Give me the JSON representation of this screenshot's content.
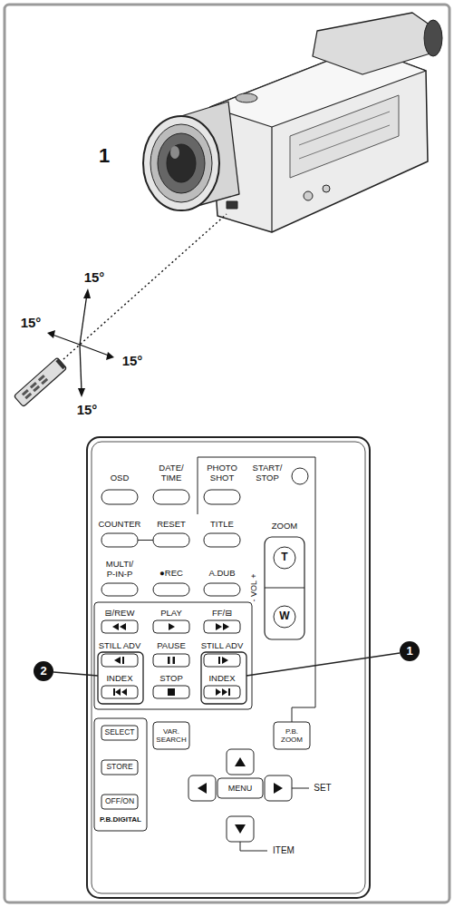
{
  "diagram": {
    "labels": [
      "1",
      "15°",
      "15°",
      "15°",
      "15°",
      "OSD",
      "DATE/ TIME",
      "PHOTO SHOT",
      "START/ STOP",
      "COUNTER",
      "RESET",
      "TITLE",
      "ZOOM",
      "T",
      "W",
      "MULTI/ P-IN-P",
      "●REC",
      "A.DUB",
      "- VOL +",
      "⊟/REW",
      "PLAY",
      "FF/⊟",
      "STILL ADV",
      "PAUSE",
      "STILL ADV",
      "INDEX",
      "STOP",
      "INDEX",
      "2",
      "1",
      "SELECT",
      "VAR. SEARCH",
      "P.B. ZOOM",
      "STORE",
      "MENU",
      "SET",
      "OFF/ON",
      "ITEM",
      "P.B.DIGITAL"
    ]
  }
}
